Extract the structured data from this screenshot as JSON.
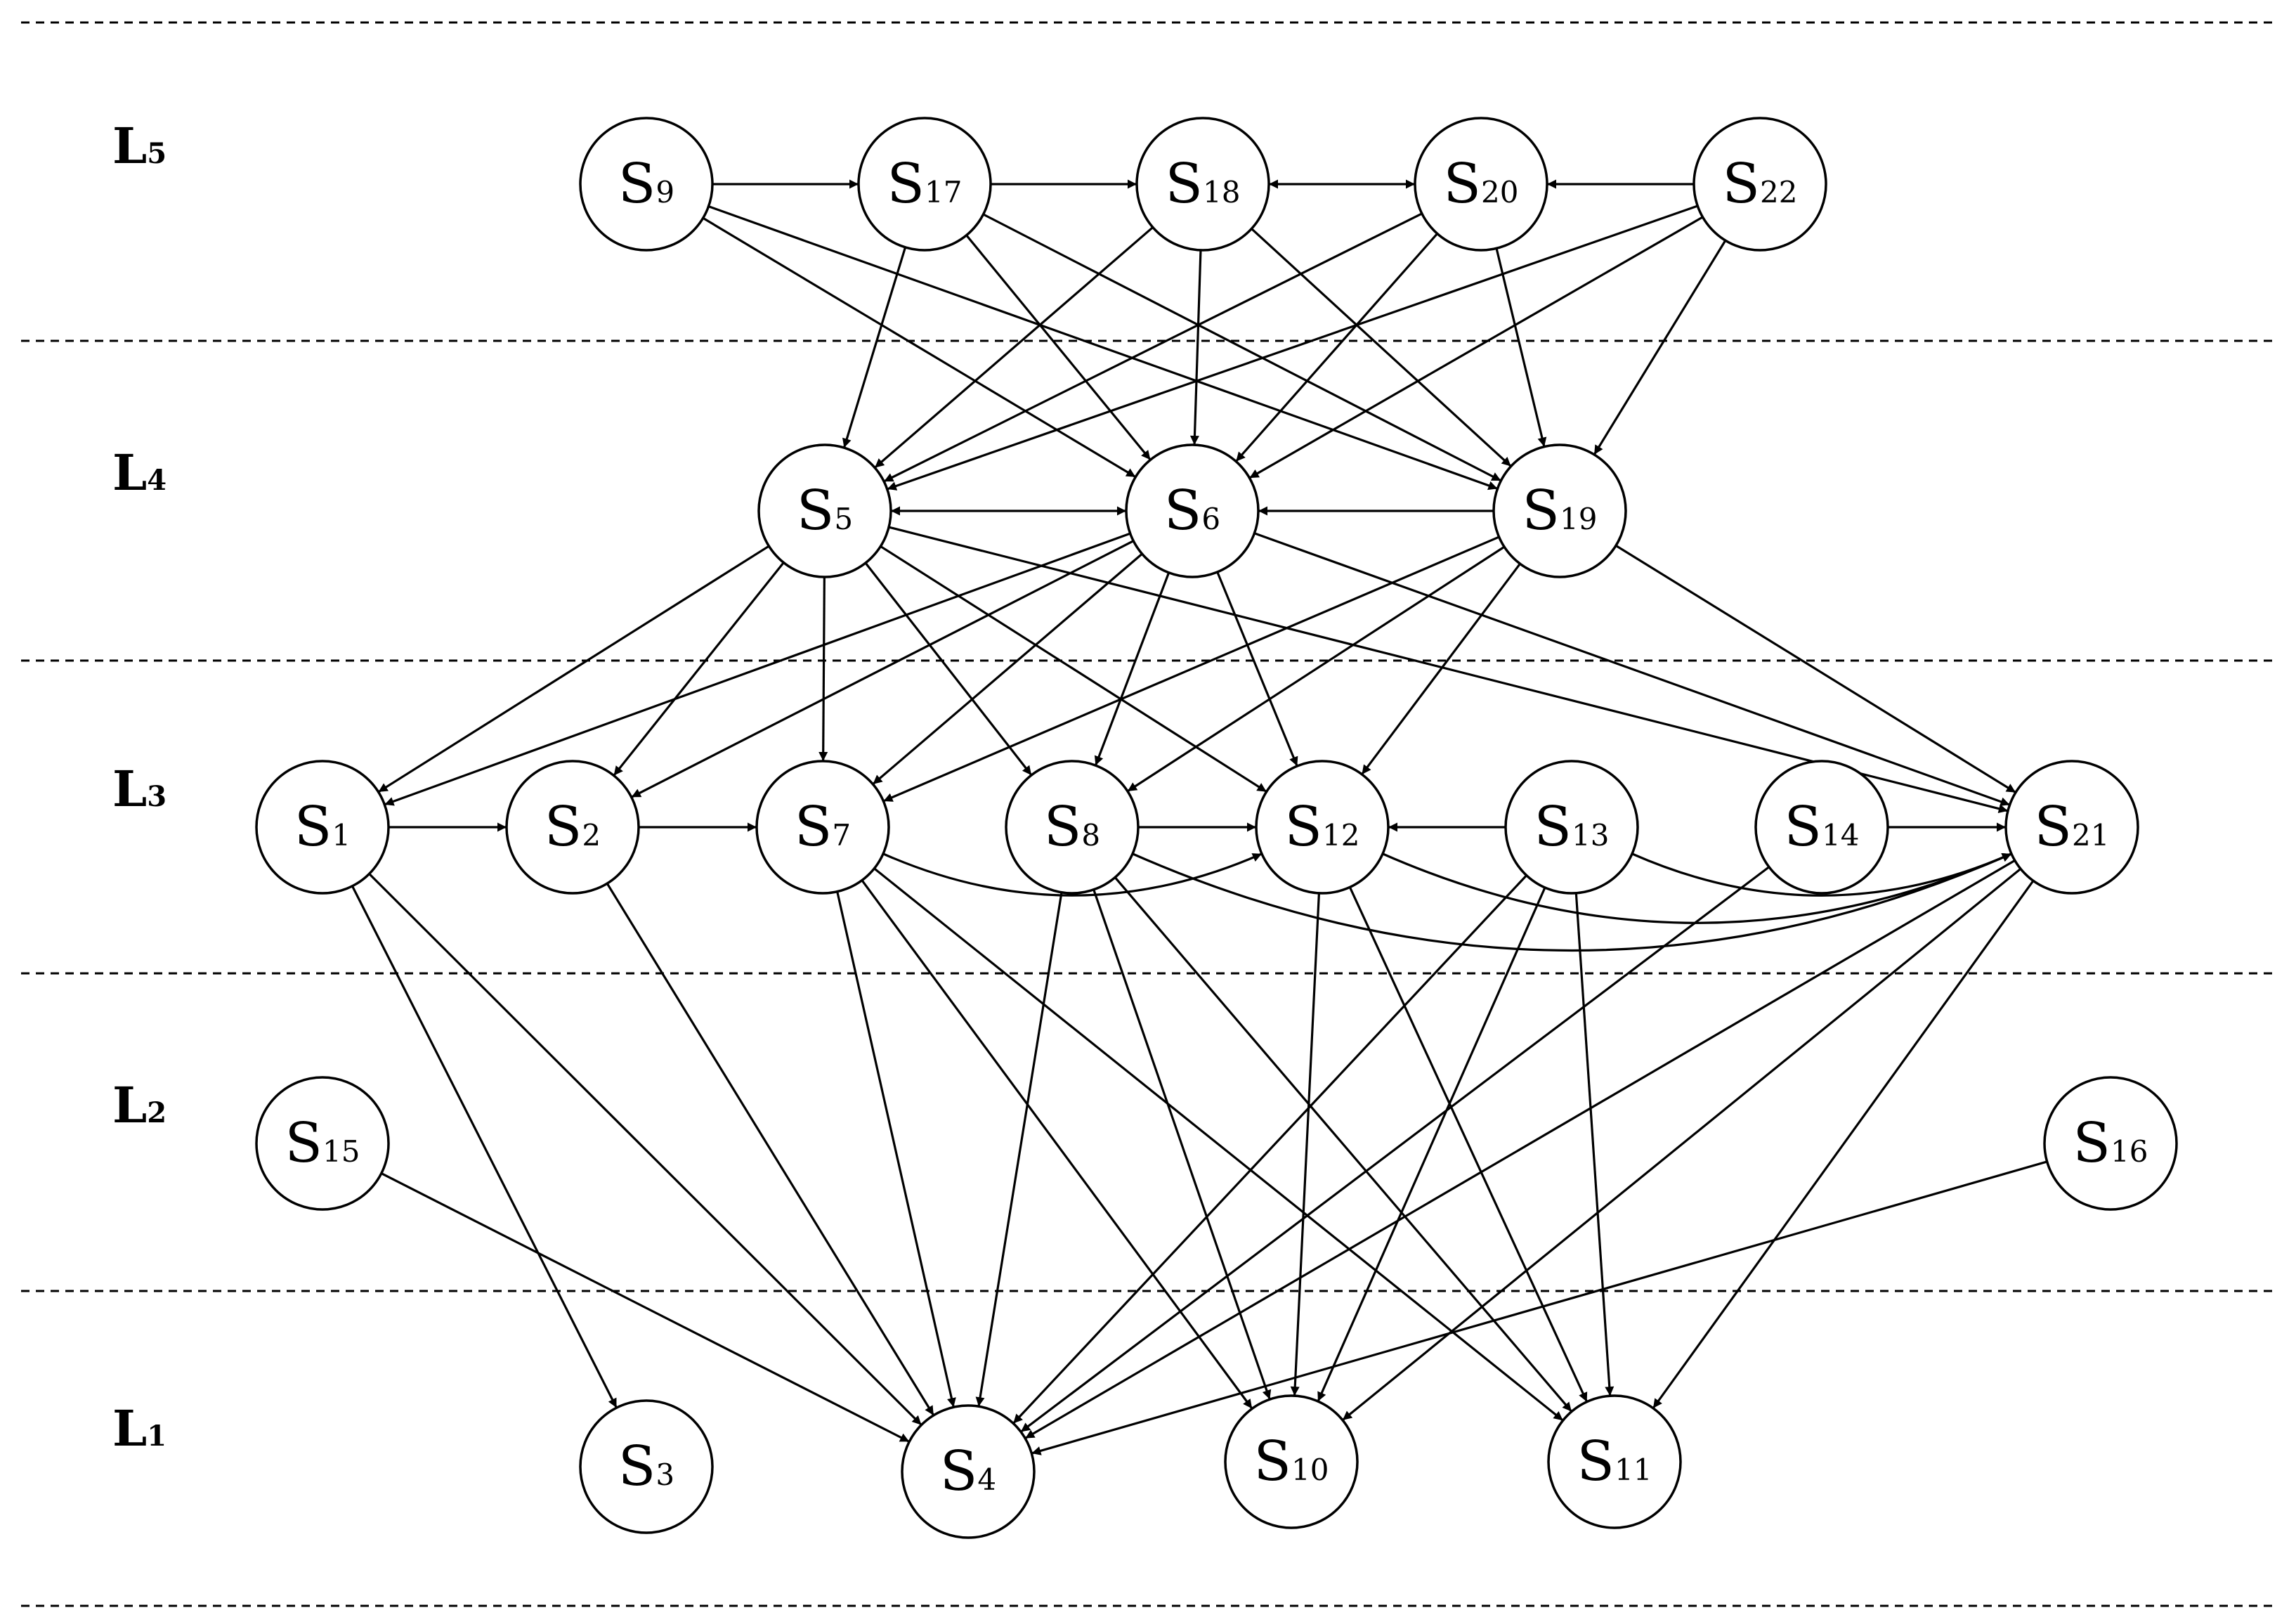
{
  "levels": [
    {
      "id": "L5",
      "letter": "L",
      "sub": "5"
    },
    {
      "id": "L4",
      "letter": "L",
      "sub": "4"
    },
    {
      "id": "L3",
      "letter": "L",
      "sub": "3"
    },
    {
      "id": "L2",
      "letter": "L",
      "sub": "2"
    },
    {
      "id": "L1",
      "letter": "L",
      "sub": "1"
    }
  ],
  "nodes": [
    {
      "id": "S9",
      "letter": "S",
      "sub": "9",
      "level": "L5"
    },
    {
      "id": "S17",
      "letter": "S",
      "sub": "17",
      "level": "L5"
    },
    {
      "id": "S18",
      "letter": "S",
      "sub": "18",
      "level": "L5"
    },
    {
      "id": "S20",
      "letter": "S",
      "sub": "20",
      "level": "L5"
    },
    {
      "id": "S22",
      "letter": "S",
      "sub": "22",
      "level": "L5"
    },
    {
      "id": "S5",
      "letter": "S",
      "sub": "5",
      "level": "L4"
    },
    {
      "id": "S6",
      "letter": "S",
      "sub": "6",
      "level": "L4"
    },
    {
      "id": "S19",
      "letter": "S",
      "sub": "19",
      "level": "L4"
    },
    {
      "id": "S1",
      "letter": "S",
      "sub": "1",
      "level": "L3"
    },
    {
      "id": "S2",
      "letter": "S",
      "sub": "2",
      "level": "L3"
    },
    {
      "id": "S7",
      "letter": "S",
      "sub": "7",
      "level": "L3"
    },
    {
      "id": "S8",
      "letter": "S",
      "sub": "8",
      "level": "L3"
    },
    {
      "id": "S12",
      "letter": "S",
      "sub": "12",
      "level": "L3"
    },
    {
      "id": "S13",
      "letter": "S",
      "sub": "13",
      "level": "L3"
    },
    {
      "id": "S14",
      "letter": "S",
      "sub": "14",
      "level": "L3"
    },
    {
      "id": "S21",
      "letter": "S",
      "sub": "21",
      "level": "L3"
    },
    {
      "id": "S15",
      "letter": "S",
      "sub": "15",
      "level": "L2"
    },
    {
      "id": "S16",
      "letter": "S",
      "sub": "16",
      "level": "L2"
    },
    {
      "id": "S3",
      "letter": "S",
      "sub": "3",
      "level": "L1"
    },
    {
      "id": "S4",
      "letter": "S",
      "sub": "4",
      "level": "L1"
    },
    {
      "id": "S10",
      "letter": "S",
      "sub": "10",
      "level": "L1"
    },
    {
      "id": "S11",
      "letter": "S",
      "sub": "11",
      "level": "L1"
    }
  ],
  "edges": [
    {
      "from": "S9",
      "to": "S17"
    },
    {
      "from": "S17",
      "to": "S18"
    },
    {
      "from": "S18",
      "to": "S20",
      "bidirectional": true
    },
    {
      "from": "S22",
      "to": "S20"
    },
    {
      "from": "S9",
      "to": "S6"
    },
    {
      "from": "S9",
      "to": "S19"
    },
    {
      "from": "S17",
      "to": "S5"
    },
    {
      "from": "S17",
      "to": "S6"
    },
    {
      "from": "S17",
      "to": "S19"
    },
    {
      "from": "S18",
      "to": "S5"
    },
    {
      "from": "S18",
      "to": "S6"
    },
    {
      "from": "S18",
      "to": "S19"
    },
    {
      "from": "S20",
      "to": "S5"
    },
    {
      "from": "S20",
      "to": "S6"
    },
    {
      "from": "S20",
      "to": "S19"
    },
    {
      "from": "S22",
      "to": "S5"
    },
    {
      "from": "S22",
      "to": "S6"
    },
    {
      "from": "S22",
      "to": "S19"
    },
    {
      "from": "S5",
      "to": "S6",
      "bidirectional": true
    },
    {
      "from": "S19",
      "to": "S6"
    },
    {
      "from": "S5",
      "to": "S1"
    },
    {
      "from": "S5",
      "to": "S2"
    },
    {
      "from": "S5",
      "to": "S7"
    },
    {
      "from": "S5",
      "to": "S8"
    },
    {
      "from": "S5",
      "to": "S12"
    },
    {
      "from": "S5",
      "to": "S21"
    },
    {
      "from": "S6",
      "to": "S1"
    },
    {
      "from": "S6",
      "to": "S2"
    },
    {
      "from": "S6",
      "to": "S7"
    },
    {
      "from": "S6",
      "to": "S8"
    },
    {
      "from": "S6",
      "to": "S12"
    },
    {
      "from": "S6",
      "to": "S21"
    },
    {
      "from": "S19",
      "to": "S7"
    },
    {
      "from": "S19",
      "to": "S8"
    },
    {
      "from": "S19",
      "to": "S12"
    },
    {
      "from": "S19",
      "to": "S21"
    },
    {
      "from": "S1",
      "to": "S2"
    },
    {
      "from": "S2",
      "to": "S7"
    },
    {
      "from": "S8",
      "to": "S12"
    },
    {
      "from": "S13",
      "to": "S12"
    },
    {
      "from": "S14",
      "to": "S21"
    },
    {
      "from": "S7",
      "to": "S12",
      "curved": true
    },
    {
      "from": "S8",
      "to": "S21",
      "curved": true
    },
    {
      "from": "S12",
      "to": "S21",
      "curved": true
    },
    {
      "from": "S13",
      "to": "S21",
      "curved": true
    },
    {
      "from": "S1",
      "to": "S3"
    },
    {
      "from": "S1",
      "to": "S4"
    },
    {
      "from": "S2",
      "to": "S4"
    },
    {
      "from": "S7",
      "to": "S4"
    },
    {
      "from": "S7",
      "to": "S10"
    },
    {
      "from": "S7",
      "to": "S11"
    },
    {
      "from": "S8",
      "to": "S4"
    },
    {
      "from": "S8",
      "to": "S10"
    },
    {
      "from": "S8",
      "to": "S11"
    },
    {
      "from": "S12",
      "to": "S10"
    },
    {
      "from": "S12",
      "to": "S11"
    },
    {
      "from": "S13",
      "to": "S4"
    },
    {
      "from": "S13",
      "to": "S10"
    },
    {
      "from": "S13",
      "to": "S11"
    },
    {
      "from": "S14",
      "to": "S4"
    },
    {
      "from": "S21",
      "to": "S4"
    },
    {
      "from": "S21",
      "to": "S10"
    },
    {
      "from": "S21",
      "to": "S11"
    },
    {
      "from": "S15",
      "to": "S4"
    },
    {
      "from": "S16",
      "to": "S4"
    }
  ]
}
